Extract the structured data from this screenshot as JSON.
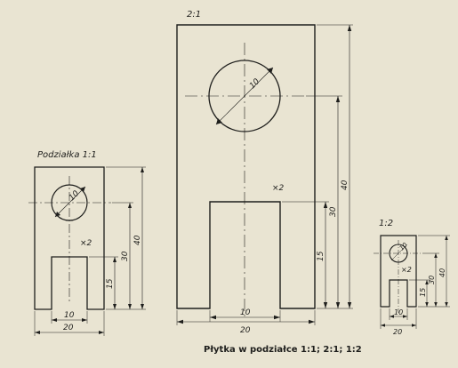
{
  "labels": {
    "scale_1_1": "Podziałka 1:1",
    "scale_2_1": "2:1",
    "scale_1_2": "1:2"
  },
  "caption": "Płytka w podziałce 1:1; 2:1; 1:2",
  "dimensions": {
    "width": "20",
    "height": "40",
    "slot_width": "10",
    "slot_height": "15",
    "hole_center_height": "30",
    "hole_diameter": "10",
    "thickness": "×2"
  },
  "colors": {
    "ink": "#1e1e1c",
    "paper": "#e9e4d2"
  }
}
